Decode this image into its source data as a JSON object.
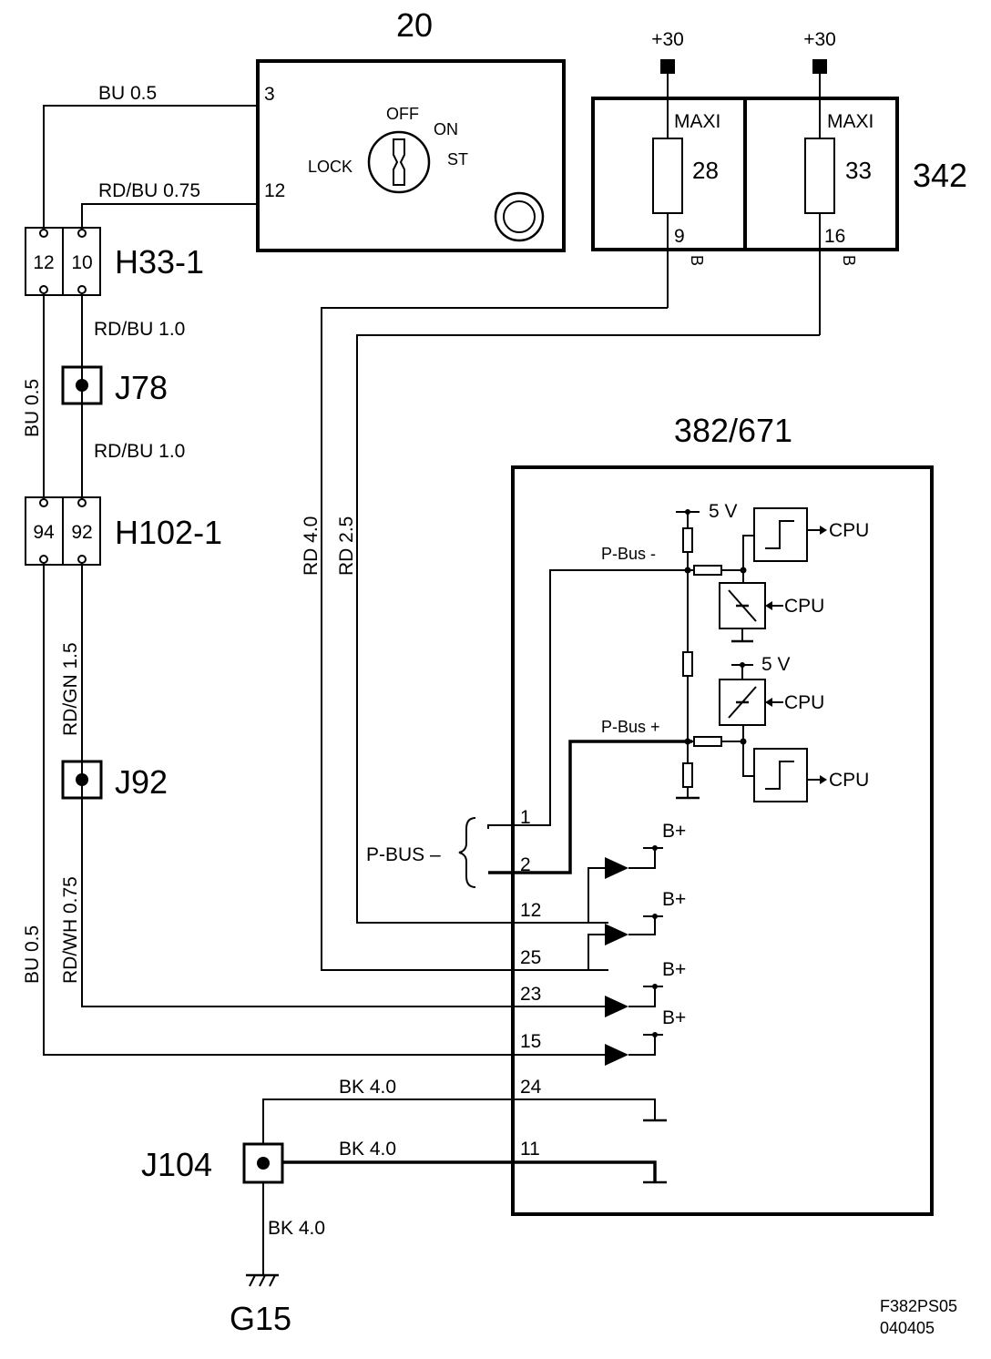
{
  "components": {
    "ignition_switch": {
      "id": "20",
      "pin_a": "3",
      "pin_b": "12",
      "positions": [
        "OFF",
        "ON",
        "LOCK",
        "ST"
      ]
    },
    "fuse_box": {
      "id": "342",
      "supply_left": "+30",
      "supply_right": "+30",
      "fuse_left": {
        "type": "MAXI",
        "number": "28",
        "pin": "9"
      },
      "fuse_right": {
        "type": "MAXI",
        "number": "33",
        "pin": "16"
      }
    },
    "connector_h33": {
      "id": "H33-1",
      "pins": [
        "12",
        "10"
      ]
    },
    "connector_h102": {
      "id": "H102-1",
      "pins": [
        "94",
        "92"
      ]
    },
    "splice_j78": "J78",
    "splice_j92": "J92",
    "splice_j104": "J104",
    "ground_g15": "G15",
    "control_module": {
      "id": "382/671",
      "pins": [
        "1",
        "2",
        "12",
        "25",
        "23",
        "15",
        "24",
        "11"
      ],
      "labels": {
        "five_v_a": "5 V",
        "five_v_b": "5 V",
        "pbus_minus": "P-Bus -",
        "pbus_plus": "P-Bus +",
        "cpu": "CPU",
        "b_plus": "B+",
        "pbus_group": "P-BUS –"
      }
    }
  },
  "wires": {
    "bu_05_top": "BU   0.5",
    "rdbu_075": "RD/BU   0.75",
    "rdbu_10_a": "RD/BU  1.0",
    "rdbu_10_b": "RD/BU  1.0",
    "bu_05_v1": "BU   0.5",
    "rdgn_15": "RD/GN   1.5",
    "rdwh_075": "RD/WH  0.75",
    "bu_05_v2": "BU  0.5",
    "rd_40": "RD   4.0",
    "rd_25": "RD   2.5",
    "fuse_wire_a": "B",
    "fuse_wire_b": "B",
    "bk_40_a": "BK   4.0",
    "bk_40_b": "BK   4.0",
    "bk_40_c": "BK   4.0"
  },
  "footer": {
    "code": "F382PS05",
    "date": "040405"
  }
}
